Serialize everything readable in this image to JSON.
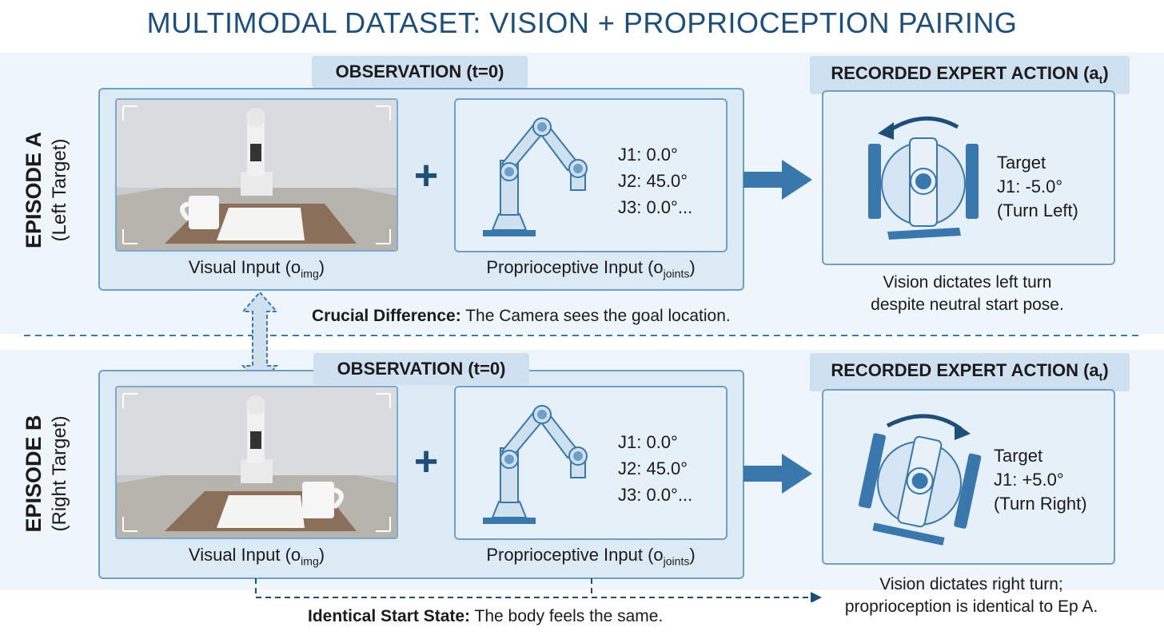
{
  "title": "MULTIMODAL DATASET: VISION + PROPRIOCEPTION PAIRING",
  "episodes": [
    {
      "label": "EPISODE A",
      "sublabel": "(Left Target)",
      "observation_header": "OBSERVATION (t=0)",
      "visual_caption": "Visual Input (o",
      "visual_sub": "img",
      "proprio_caption": "Proprioceptive Input (o",
      "proprio_sub": "joints",
      "joints": [
        "J1: 0.0°",
        "J2: 45.0°",
        "J3: 0.0°..."
      ],
      "action_header": "RECORDED EXPERT ACTION (a",
      "action_sub": "t",
      "target": [
        "Target",
        "J1: -5.0°",
        "(Turn Left)"
      ],
      "note": [
        "Vision dictates left turn",
        "despite neutral start pose."
      ]
    },
    {
      "label": "EPISODE B",
      "sublabel": "(Right Target)",
      "observation_header": "OBSERVATION (t=0)",
      "visual_caption": "Visual Input (o",
      "visual_sub": "img",
      "proprio_caption": "Proprioceptive Input (o",
      "proprio_sub": "joints",
      "joints": [
        "J1: 0.0°",
        "J2: 45.0°",
        "J3: 0.0°..."
      ],
      "action_header": "RECORDED EXPERT ACTION (a",
      "action_sub": "t",
      "target": [
        "Target",
        "J1: +5.0°",
        "(Turn Right)"
      ],
      "note": [
        "Vision dictates right turn;",
        "proprioception is identical to Ep A."
      ]
    }
  ],
  "crucial_difference": {
    "bold": "Crucial Difference:",
    "text": " The Camera sees the goal location."
  },
  "identical_start": {
    "bold": "Identical Start State:",
    "text": " The body feels the same."
  },
  "plus_symbol": "+",
  "closing_paren": ")",
  "colors": {
    "accent": "#1f4e79",
    "arrow": "#3a77ad",
    "panel_fill": "#e6f0f9",
    "panel_border": "#6f9fc7"
  }
}
